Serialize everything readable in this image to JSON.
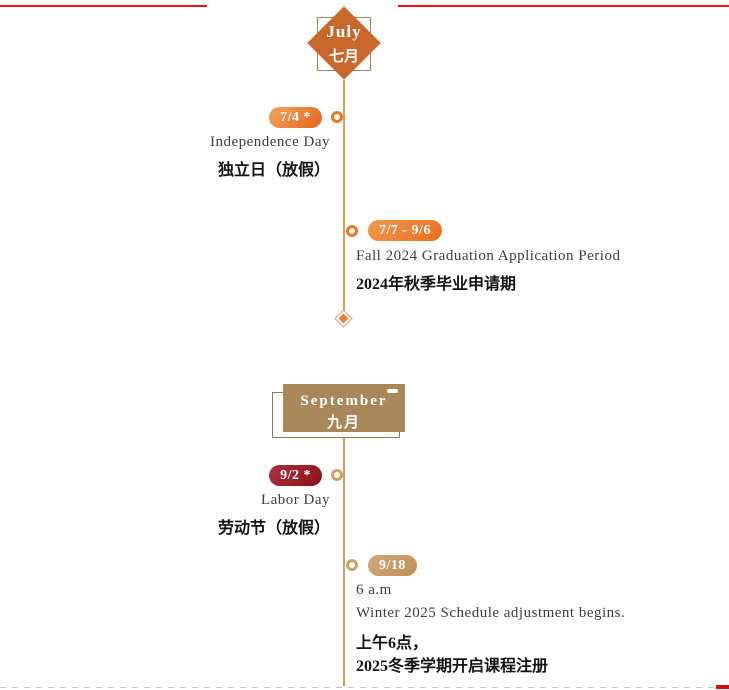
{
  "page": {
    "background": "#ffffff",
    "border_top_color": "#ee1111",
    "border_bottom_red_color": "#cc1111",
    "border_bottom_dash_color": "#c9c4c4"
  },
  "timeline": {
    "july_line_color": "#e09b55",
    "september_line_color": "#c4a067"
  },
  "months": [
    {
      "name_en": "July",
      "name_zh": "七月",
      "header_shape": "diamond",
      "fill_color": "#c8682a",
      "outline_color": "#a9854f",
      "end_marker": "diamond",
      "events": [
        {
          "date": "7/4 *",
          "side": "left",
          "badge_colors": [
            "#f2a45e",
            "#e2661a"
          ],
          "dot_color": "#e87722",
          "title_en": "Independence Day",
          "title_zh": "独立日（放假）"
        },
        {
          "date": "7/7 - 9/6",
          "side": "right",
          "badge_colors": [
            "#f09a50",
            "#e76f1e"
          ],
          "dot_color": "#e87722",
          "title_en": "Fall 2024 Graduation Application Period",
          "title_zh": "2024年秋季毕业申请期"
        }
      ]
    },
    {
      "name_en": "September",
      "name_zh": "九月",
      "header_shape": "rectangle",
      "fill_color": "#a8875a",
      "outline_color": "#96794c",
      "events": [
        {
          "date": "9/2 *",
          "side": "left",
          "badge_colors": [
            "#a73240",
            "#8c1018"
          ],
          "dot_color": "#c9a268",
          "title_en": "Labor Day",
          "title_zh": "劳动节（放假）"
        },
        {
          "date": "9/18",
          "side": "right",
          "badge_colors": [
            "#cfa87c",
            "#c09058"
          ],
          "dot_color": "#c9a268",
          "time_en": "6 a.m",
          "title_en": "Winter 2025 Schedule adjustment begins.",
          "time_zh": "上午6点，",
          "title_zh": "2025冬季学期开启课程注册"
        }
      ]
    }
  ]
}
